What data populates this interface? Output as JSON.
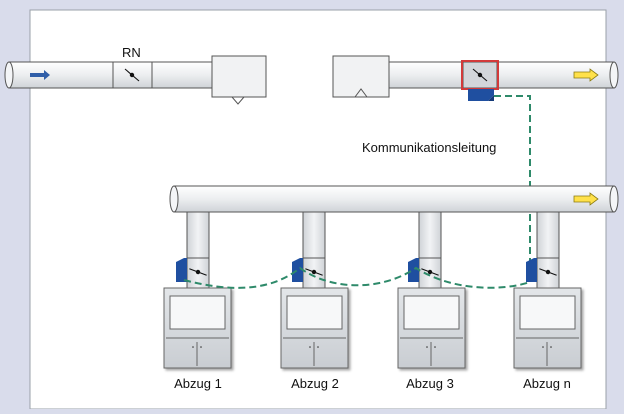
{
  "labels": {
    "damper_rn": "RN",
    "communication_line": "Kommunikationsleitung"
  },
  "hoods": [
    {
      "label": "Abzug 1"
    },
    {
      "label": "Abzug 2"
    },
    {
      "label": "Abzug 3"
    },
    {
      "label": "Abzug n"
    }
  ],
  "colors": {
    "background": "#d9dceb",
    "panel": "#ffffff",
    "duct_fill": "#eef0f2",
    "flow_in_arrow": "#2f5ea8",
    "flow_out_arrow": "#ffe14a",
    "comm_line": "#2e8a6a",
    "actuator": "#1f4fa0",
    "highlight_damper": "#d23a3a"
  }
}
